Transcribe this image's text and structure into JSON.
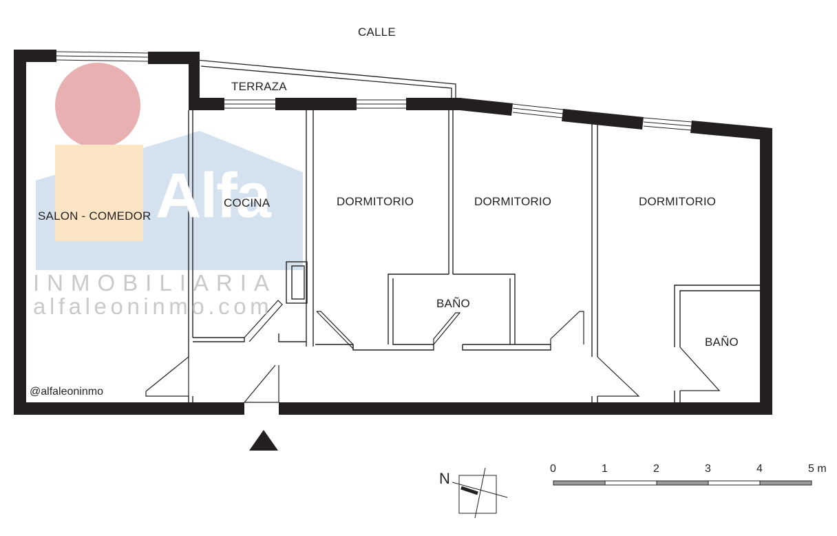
{
  "street_label": "CALLE",
  "terrace_label": "TERRAZA",
  "rooms": {
    "living_dining": "SALON - COMEDOR",
    "kitchen": "COCINA",
    "bedroom_1": "DORMITORIO",
    "bedroom_2": "DORMITORIO",
    "bedroom_3": "DORMITORIO",
    "bathroom_1": "BAÑO",
    "bathroom_2": "BAÑO"
  },
  "watermark": {
    "brand": "Alfa",
    "subtitle": "INMOBILIARIA",
    "url": "alfaleoninmo.com",
    "colors": {
      "circle": "#e7a7a8",
      "house": "#cdddec",
      "bar": "#fbe5c4"
    }
  },
  "handle": "@alfaleoninmo",
  "north_label": "N",
  "scale": {
    "labels": [
      "0",
      "1",
      "2",
      "3",
      "4",
      "5 m"
    ]
  },
  "colors": {
    "wall": "#231f20",
    "line": "#231f20",
    "background": "#ffffff"
  }
}
